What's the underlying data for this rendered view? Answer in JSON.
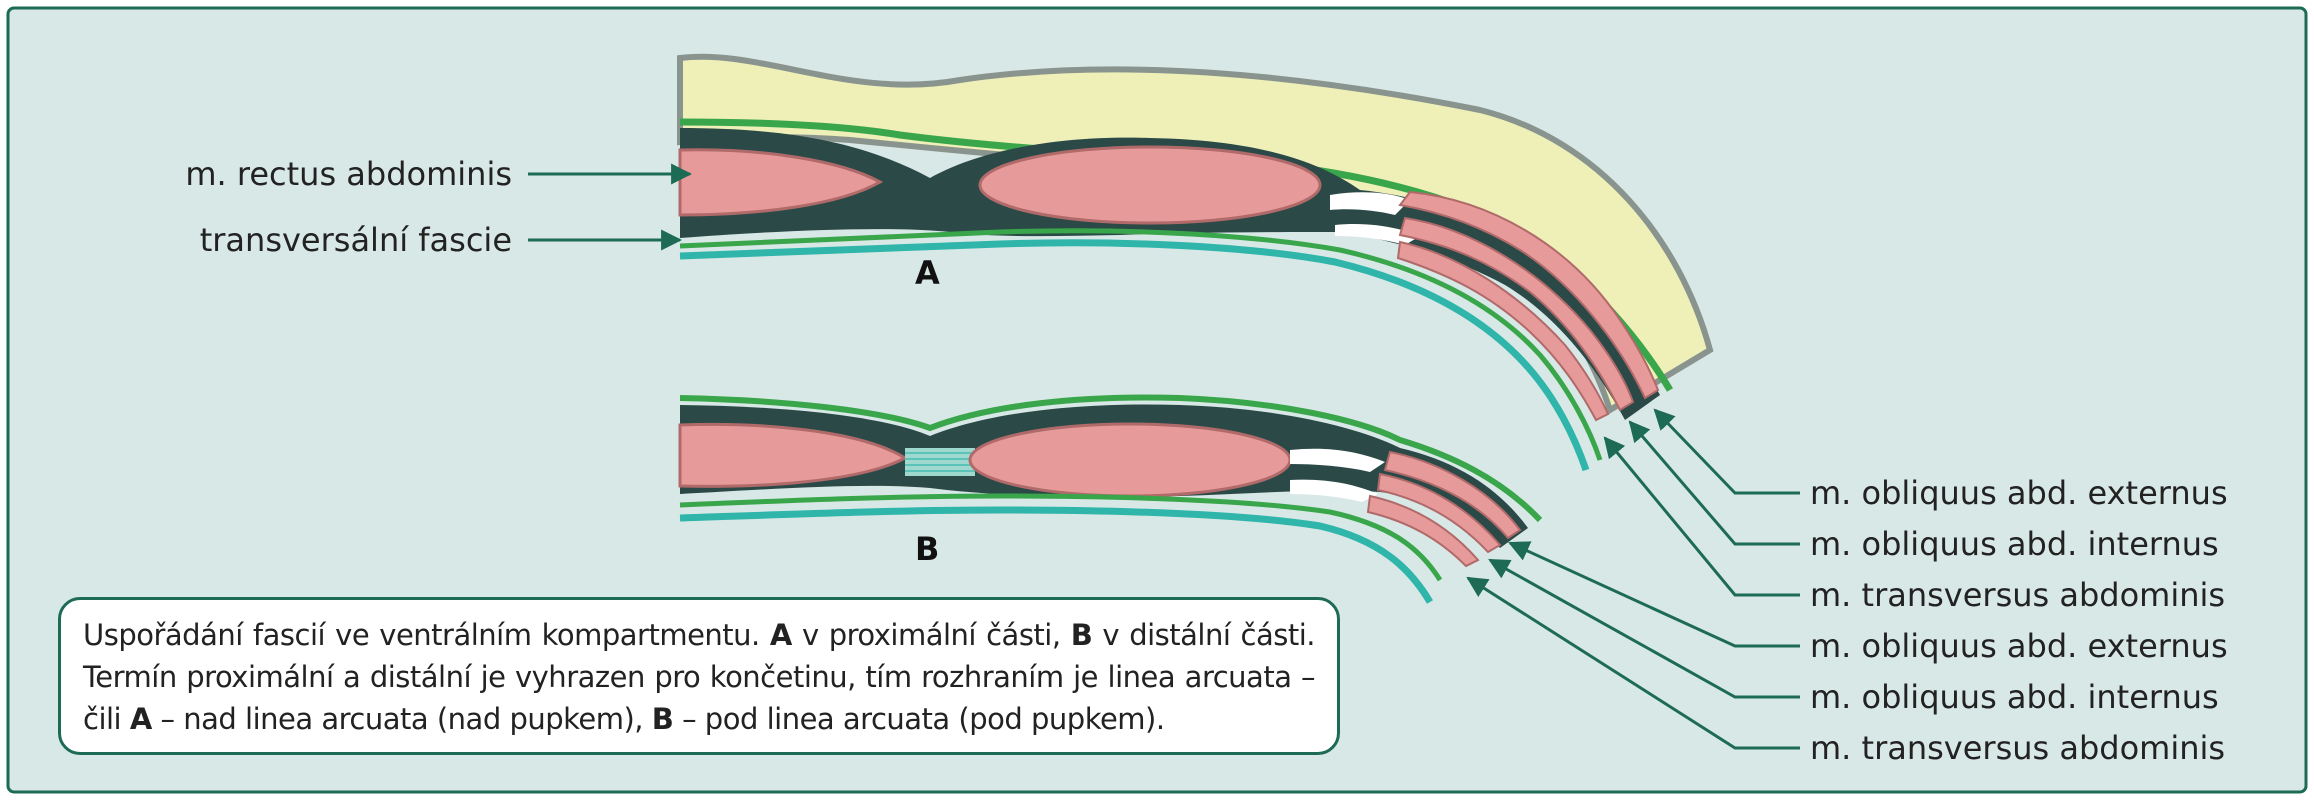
{
  "colors": {
    "panel": "#d8e8e6",
    "frame": "#1d6b55",
    "skin": "#eef0b8",
    "skin_edge": "#8a948e",
    "fascia_dark": "#2b4a47",
    "fascia_green": "#3aa64b",
    "fascia_teal": "#2fb5aa",
    "muscle": "#e79a9a",
    "muscle_edge": "#b06a6a",
    "arrow": "#1d6b55"
  },
  "left_labels": {
    "rectus": "m. rectus abdominis",
    "transversalis": "transversální fascie"
  },
  "letters": {
    "a": "A",
    "b": "B"
  },
  "right_labels": {
    "a_externus": "m. obliquus abd. externus",
    "a_internus": "m. obliquus abd. internus",
    "a_transversus": "m. transversus abdominis",
    "b_externus": "m. obliquus abd. externus",
    "b_internus": "m. obliquus abd. internus",
    "b_transversus": "m. transversus abdominis"
  },
  "caption": {
    "p1": "Uspořádání fascií ve ventrálním kompartmentu. ",
    "b1": "A",
    "p2": " v proximální části, ",
    "b2": "B",
    "p3": " v distální části. Termín proximální a distální je vyhrazen pro končetinu, tím rozhraním je linea arcuata – čili ",
    "b3": "A",
    "p4": " – nad linea arcuata (nad pupkem), ",
    "b4": "B",
    "p5": " – pod linea arcuata (pod pupkem)."
  }
}
